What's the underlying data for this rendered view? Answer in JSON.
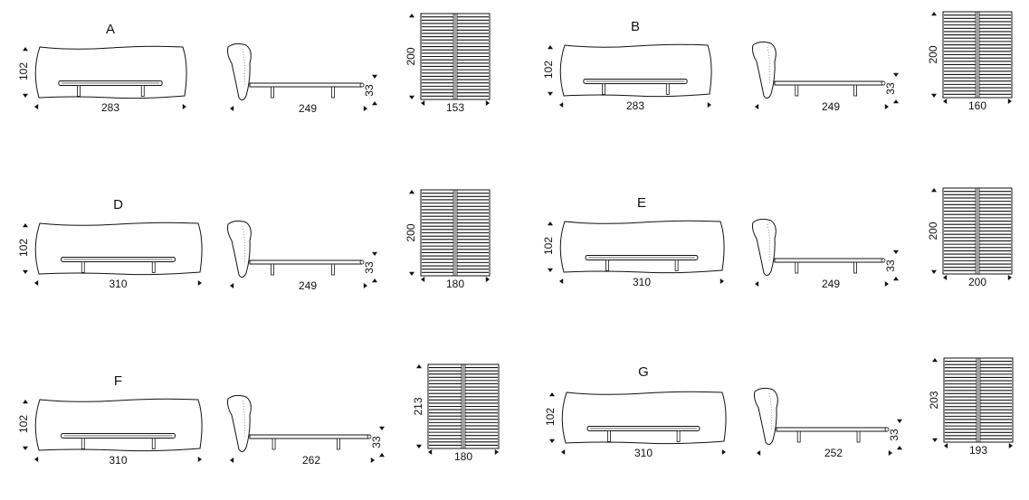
{
  "variants": [
    {
      "label": "A",
      "front": {
        "height": "102",
        "width": "283"
      },
      "side": {
        "length": "249",
        "height": "33"
      },
      "slats": {
        "length": "200",
        "width": "153"
      }
    },
    {
      "label": "B",
      "front": {
        "height": "102",
        "width": "283"
      },
      "side": {
        "length": "249",
        "height": "33"
      },
      "slats": {
        "length": "200",
        "width": "160"
      }
    },
    {
      "label": "D",
      "front": {
        "height": "102",
        "width": "310"
      },
      "side": {
        "length": "249",
        "height": "33"
      },
      "slats": {
        "length": "200",
        "width": "180"
      }
    },
    {
      "label": "E",
      "front": {
        "height": "102",
        "width": "310"
      },
      "side": {
        "length": "249",
        "height": "33"
      },
      "slats": {
        "length": "200",
        "width": "200"
      }
    },
    {
      "label": "F",
      "front": {
        "height": "102",
        "width": "310"
      },
      "side": {
        "length": "262",
        "height": "33"
      },
      "slats": {
        "length": "213",
        "width": "180"
      }
    },
    {
      "label": "G",
      "front": {
        "height": "102",
        "width": "310"
      },
      "side": {
        "length": "252",
        "height": "33"
      },
      "slats": {
        "length": "203",
        "width": "193"
      }
    }
  ]
}
